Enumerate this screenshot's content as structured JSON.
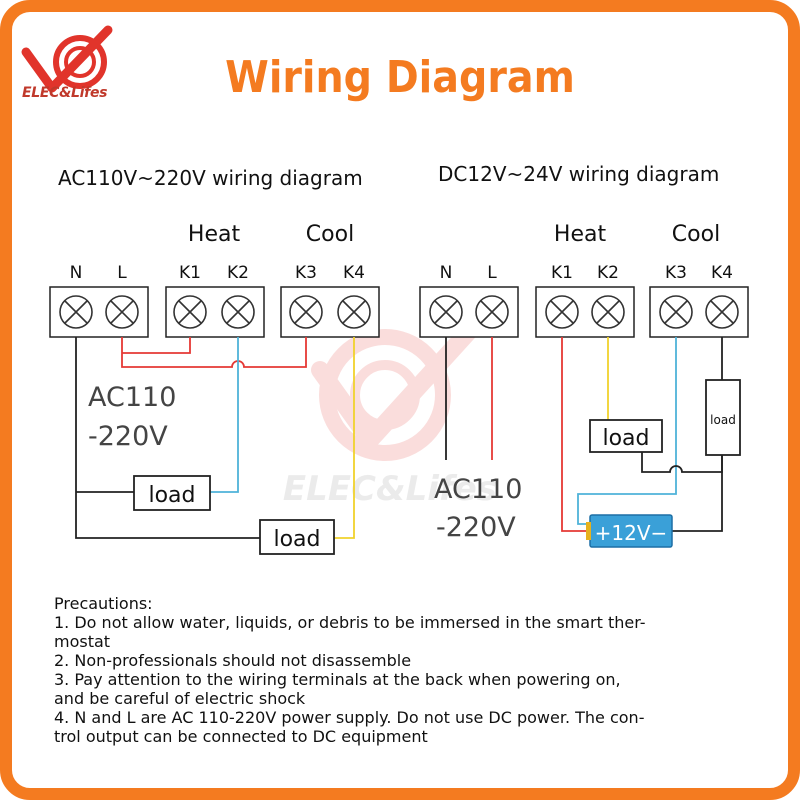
{
  "brand": {
    "name": "ELEC&Lifes",
    "watermark": "ELEC&Lifes"
  },
  "title": "Wiring Diagram",
  "colors": {
    "accent": "#f47b20",
    "brand_red": "#e1342b",
    "wire_red": "#e53935",
    "wire_blue": "#4fb3d9",
    "wire_yellow": "#f0d22c",
    "battery_fill": "#3aa0d8"
  },
  "ac_diagram": {
    "heading": "AC110V~220V wiring diagram",
    "group_labels": {
      "heat": "Heat",
      "cool": "Cool"
    },
    "terminals": [
      "N",
      "L",
      "K1",
      "K2",
      "K3",
      "K4"
    ],
    "supply_line1": "AC110",
    "supply_line2": "-220V",
    "load1": "load",
    "load2": "load"
  },
  "dc_diagram": {
    "heading": "DC12V~24V wiring diagram",
    "group_labels": {
      "heat": "Heat",
      "cool": "Cool"
    },
    "terminals": [
      "N",
      "L",
      "K1",
      "K2",
      "K3",
      "K4"
    ],
    "supply_line1": "AC110",
    "supply_line2": "-220V",
    "load1": "load",
    "load2": "load",
    "battery": "+12V−"
  },
  "precautions": {
    "heading": "Precautions:",
    "items": [
      "1. Do not allow water, liquids, or debris to be immersed in the smart ther-",
      "mostat",
      "2. Non-professionals should not disassemble",
      "3. Pay attention to the wiring terminals at the back when powering on,",
      "and be careful of electric shock",
      "4. N and L are AC 110-220V power supply. Do not use DC power. The con-",
      "trol output can be connected to DC equipment"
    ]
  }
}
